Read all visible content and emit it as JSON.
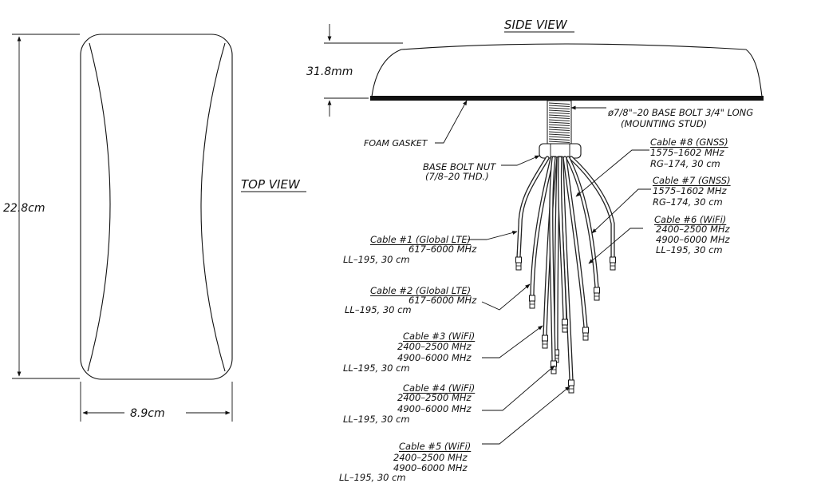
{
  "top_view": {
    "title": "TOP VIEW",
    "height_dim": "22.8cm",
    "width_dim": "8.9cm"
  },
  "side_view": {
    "title": "SIDE VIEW",
    "height_dim": "31.8mm",
    "base_bolt": {
      "line1": "ø7/8\"–20 BASE BOLT 3/4\" LONG",
      "line2": "(MOUNTING STUD)"
    },
    "foam_gasket": "FOAM GASKET",
    "bolt_nut": {
      "line1": "BASE BOLT NUT",
      "line2": "(7/8–20 THD.)"
    }
  },
  "cables": [
    {
      "title": "Cable #1 (Global LTE)",
      "freqs": [
        "617–6000 MHz"
      ],
      "spec": "LL–195,  30 cm"
    },
    {
      "title": "Cable #2 (Global LTE)",
      "freqs": [
        "617–6000 MHz"
      ],
      "spec": "LL–195,  30 cm"
    },
    {
      "title": "Cable #3 (WiFi)",
      "freqs": [
        "2400–2500 MHz",
        "4900–6000 MHz"
      ],
      "spec": "LL–195,   30 cm"
    },
    {
      "title": "Cable #4 (WiFi)",
      "freqs": [
        "2400–2500 MHz",
        "4900–6000 MHz"
      ],
      "spec": "LL–195,   30 cm"
    },
    {
      "title": "Cable #5 (WiFi)",
      "freqs": [
        "2400–2500 MHz",
        "4900–6000 MHz"
      ],
      "spec": "LL–195,   30 cm"
    },
    {
      "title": "Cable #6 (WiFi)",
      "freqs": [
        "2400–2500 MHz",
        "4900–6000 MHz"
      ],
      "spec": "LL–195,  30 cm"
    },
    {
      "title": "Cable #7 (GNSS)",
      "freqs": [
        "1575–1602 MHz"
      ],
      "spec": "RG–174,  30 cm"
    },
    {
      "title": "Cable #8 (GNSS)",
      "freqs": [
        "1575–1602 MHz"
      ],
      "spec": "RG–174,  30 cm"
    }
  ]
}
